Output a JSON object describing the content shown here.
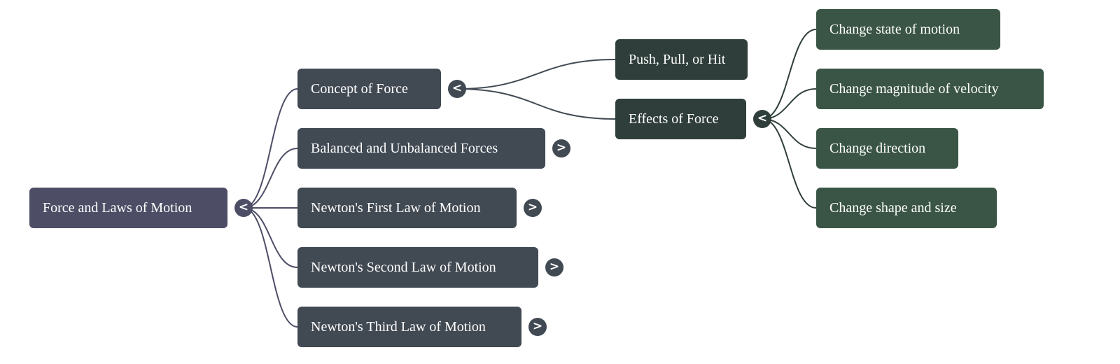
{
  "colors": {
    "root": "#4d4e66",
    "level1": "#414953",
    "level2": "#2f3e3a",
    "level3": "#3a5545",
    "edge_root": "#4d4e66",
    "edge_level1": "#414953",
    "edge_level2": "#2f3e3a"
  },
  "toggle_icons": {
    "expanded": "<",
    "collapsed": ">"
  },
  "root": {
    "label": "Force and Laws of Motion",
    "state": "expanded",
    "children": [
      {
        "label": "Concept of Force",
        "state": "expanded",
        "children": [
          {
            "label": "Push, Pull, or Hit",
            "state": "leaf",
            "children": []
          },
          {
            "label": "Effects of Force",
            "state": "expanded",
            "children": [
              {
                "label": "Change state of motion"
              },
              {
                "label": "Change magnitude of velocity"
              },
              {
                "label": "Change direction"
              },
              {
                "label": "Change shape and size"
              }
            ]
          }
        ]
      },
      {
        "label": "Balanced and Unbalanced Forces",
        "state": "collapsed"
      },
      {
        "label": "Newton's First Law of Motion",
        "state": "collapsed"
      },
      {
        "label": "Newton's Second Law of Motion",
        "state": "collapsed"
      },
      {
        "label": "Newton's Third Law of Motion",
        "state": "collapsed"
      }
    ]
  }
}
